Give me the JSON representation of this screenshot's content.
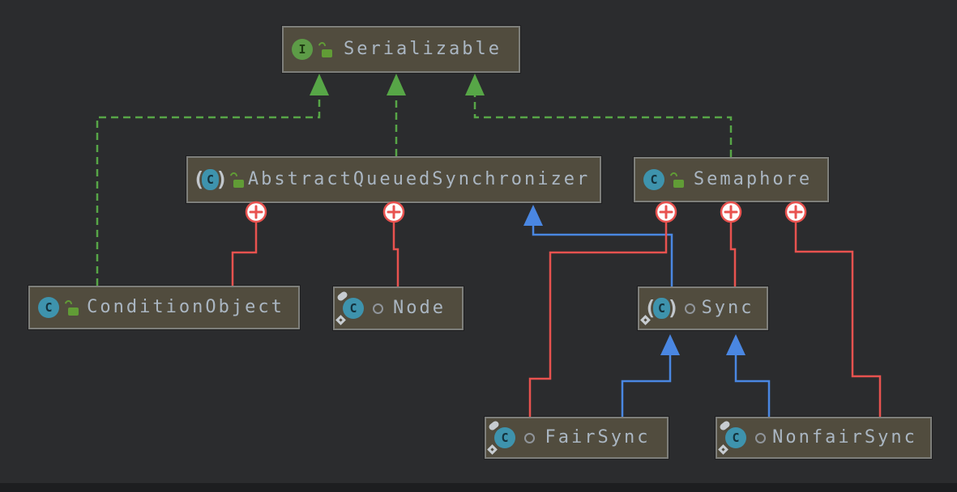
{
  "diagram": {
    "type": "uml-class-diagram",
    "nodes": [
      {
        "id": "serializable",
        "label": "Serializable",
        "kind": "interface",
        "visibility": "public",
        "icon": "interface-icon",
        "visibility_icon": "public-lock-icon",
        "marks": []
      },
      {
        "id": "abstract-queued-synchronizer",
        "label": "AbstractQueuedSynchronizer",
        "kind": "abstract-class",
        "visibility": "public",
        "icon": "abstract-class-icon",
        "visibility_icon": "public-lock-icon",
        "marks": []
      },
      {
        "id": "semaphore",
        "label": "Semaphore",
        "kind": "class",
        "visibility": "public",
        "icon": "class-icon",
        "visibility_icon": "public-lock-icon",
        "marks": []
      },
      {
        "id": "condition-object",
        "label": "ConditionObject",
        "kind": "class",
        "visibility": "public",
        "icon": "class-icon",
        "visibility_icon": "public-lock-icon",
        "marks": []
      },
      {
        "id": "node",
        "label": "Node",
        "kind": "class",
        "visibility": "package-private",
        "icon": "class-icon",
        "visibility_icon": "package-private-icon",
        "marks": [
          "final",
          "static"
        ]
      },
      {
        "id": "sync",
        "label": "Sync",
        "kind": "abstract-class",
        "visibility": "package-private",
        "icon": "abstract-class-icon",
        "visibility_icon": "package-private-icon",
        "marks": [
          "static"
        ]
      },
      {
        "id": "fair-sync",
        "label": "FairSync",
        "kind": "class",
        "visibility": "package-private",
        "icon": "class-icon",
        "visibility_icon": "package-private-icon",
        "marks": [
          "final",
          "static"
        ]
      },
      {
        "id": "nonfair-sync",
        "label": "NonfairSync",
        "kind": "class",
        "visibility": "package-private",
        "icon": "class-icon",
        "visibility_icon": "package-private-icon",
        "marks": [
          "final",
          "static"
        ]
      }
    ],
    "edges": [
      {
        "from": "ConditionObject",
        "to": "Serializable",
        "type": "realization"
      },
      {
        "from": "AbstractQueuedSynchronizer",
        "to": "Serializable",
        "type": "realization"
      },
      {
        "from": "Semaphore",
        "to": "Serializable",
        "type": "realization"
      },
      {
        "from": "Sync",
        "to": "AbstractQueuedSynchronizer",
        "type": "inheritance"
      },
      {
        "from": "FairSync",
        "to": "Sync",
        "type": "inheritance"
      },
      {
        "from": "NonfairSync",
        "to": "Sync",
        "type": "inheritance"
      },
      {
        "from": "AbstractQueuedSynchronizer",
        "to": "ConditionObject",
        "type": "inner-class"
      },
      {
        "from": "AbstractQueuedSynchronizer",
        "to": "Node",
        "type": "inner-class"
      },
      {
        "from": "Semaphore",
        "to": "Sync",
        "type": "inner-class"
      },
      {
        "from": "Semaphore",
        "to": "FairSync",
        "type": "inner-class"
      },
      {
        "from": "Semaphore",
        "to": "NonfairSync",
        "type": "inner-class"
      }
    ],
    "icon_glyphs": {
      "interface": "I",
      "class": "C",
      "paren_open": "(",
      "paren_close": ")"
    },
    "colors": {
      "background": "#2b2c2e",
      "bottom_strip": "#1d1e20",
      "node_fill": "#514c3e",
      "node_border": "#7e7f7b",
      "node_shadow": "#1e1e20",
      "label": "#aab6c2",
      "interface_icon": "#5d9b47",
      "class_icon": "#3e93ad",
      "icon_letter_dark": "#1d3b12",
      "lock_green": "#619c36",
      "package_ring": "#90959b",
      "mark_gray": "#c7ccd1",
      "paren": "#c2c7cc",
      "realization": "#57a647",
      "inheritance": "#4a87e2",
      "inner_class": "#e8524f",
      "badge_fill": "#ffffff"
    }
  }
}
